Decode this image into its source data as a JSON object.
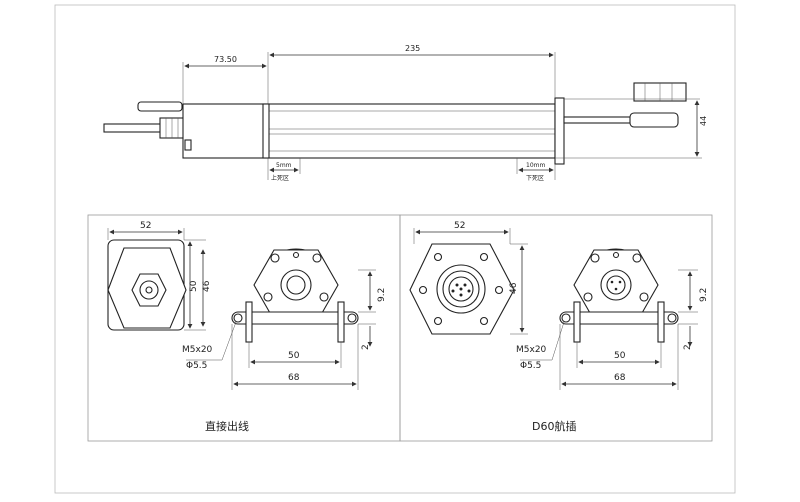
{
  "top": {
    "dim_overall": "235",
    "dim_head": "73.50",
    "dim_height": "44",
    "dim_upper_gap": "5mm",
    "dim_lower_gap": "10mm",
    "label_upper_dead": "上死区",
    "label_lower_dead": "下死区"
  },
  "left_panel": {
    "caption": "直接出线",
    "dim_width": "52",
    "dim_50": "50",
    "dim_46": "46",
    "dim_92": "9.2",
    "dim_2": "2",
    "dim_bolt_spacing": "50",
    "dim_base": "68",
    "screw": "M5x20",
    "hole": "Φ5.5"
  },
  "right_panel": {
    "caption": "D60航插",
    "dim_width": "52",
    "dim_46": "46",
    "dim_92": "9.2",
    "dim_2": "2",
    "dim_bolt_spacing": "50",
    "dim_base": "68",
    "screw": "M5x20",
    "hole": "Φ5.5"
  }
}
